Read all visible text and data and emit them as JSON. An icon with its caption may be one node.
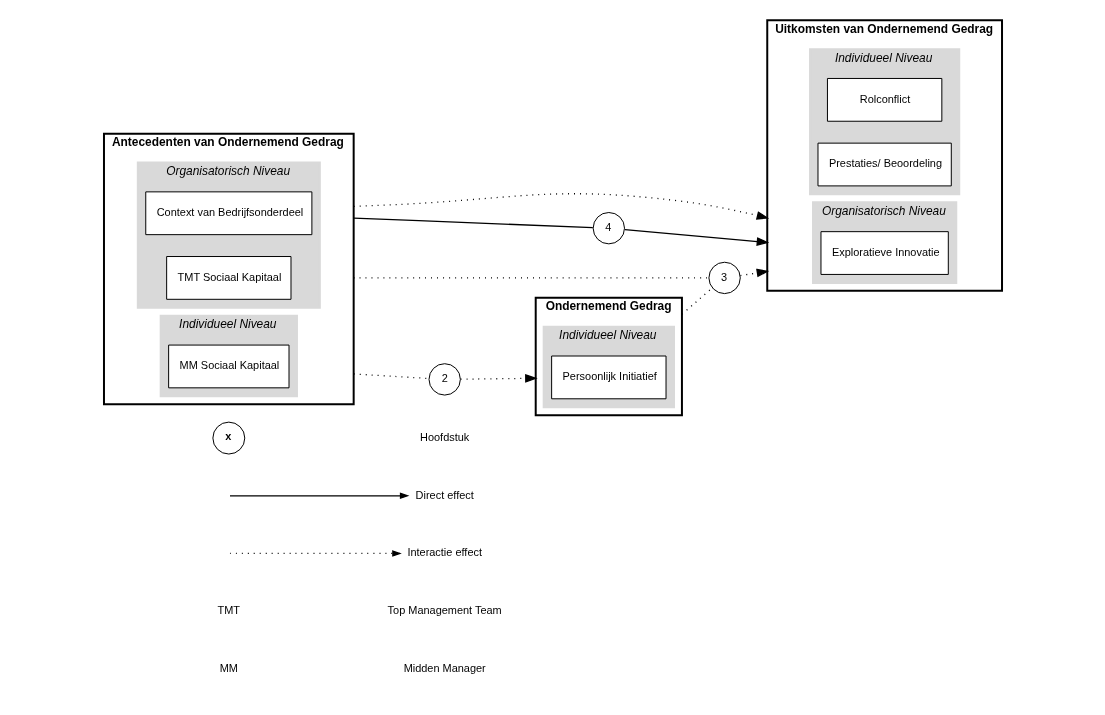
{
  "diagram": {
    "nodes": [
      {
        "text": [
          "Antecedenten van Ondernemend Gedrag"
        ]
      },
      {
        "text": [
          "Organisatorisch Niveau"
        ],
        "in": 0
      },
      {
        "text": [
          "Context van Bedrijfsonderdeel"
        ],
        "in": 1
      },
      {
        "text": [
          "TMT Sociaal Kapitaal"
        ],
        "in": 1
      },
      {
        "text": [
          "Individueel Niveau"
        ],
        "in": 0
      },
      {
        "text": [
          "MM Sociaal Kapitaal"
        ],
        "in": 4
      },
      {
        "text": [
          "Ondernemend Gedrag"
        ]
      },
      {
        "text": [
          "Individueel Niveau"
        ],
        "in": 6
      },
      {
        "text": [
          "Persoonlijk Initiatief"
        ],
        "in": 7
      },
      {
        "text": [
          "Uitkomsten van Ondernemend Gedrag"
        ]
      },
      {
        "text": [
          "Organisatorisch Niveau"
        ],
        "in": 9
      },
      {
        "text": [
          "Exploratieve Innovatie"
        ],
        "in": 10
      },
      {
        "text": [
          "Individueel Niveau"
        ],
        "in": 9
      },
      {
        "text": [
          "Rolconflict"
        ],
        "in": 12
      },
      {
        "text": [
          "Prestaties/ Beoordeling"
        ],
        "in": 12
      },
      {
        "text": [
          "4"
        ]
      },
      {
        "text": [
          "2"
        ]
      },
      {
        "text": [
          "3"
        ]
      }
    ],
    "edges": [
      {
        "from": 0,
        "to": 15,
        "arrow": "none"
      },
      {
        "from": 15,
        "to": 9,
        "arrow": "to"
      },
      {
        "from": 0,
        "to": 9,
        "arrow": "to",
        "style": "dashed"
      },
      {
        "from": 0,
        "to": 17,
        "arrow": "none",
        "style": "dashed"
      },
      {
        "from": 0,
        "to": 16,
        "arrow": "none",
        "style": "dashed"
      },
      {
        "from": 16,
        "to": 6,
        "arrow": "to",
        "style": "dashed"
      },
      {
        "from": 6,
        "to": 17,
        "arrow": "none",
        "style": "dashed"
      },
      {
        "from": 17,
        "to": 9,
        "arrow": "to",
        "style": "dashed"
      }
    ],
    "labels": [
      "x",
      "TMT",
      "Top Management Team",
      "MM",
      "Midden Manager"
    ],
    "legend": [
      {
        "text": "Hoofdstuk"
      },
      {
        "text": "Direct effect"
      },
      {
        "text": "Interactie effect"
      }
    ]
  }
}
